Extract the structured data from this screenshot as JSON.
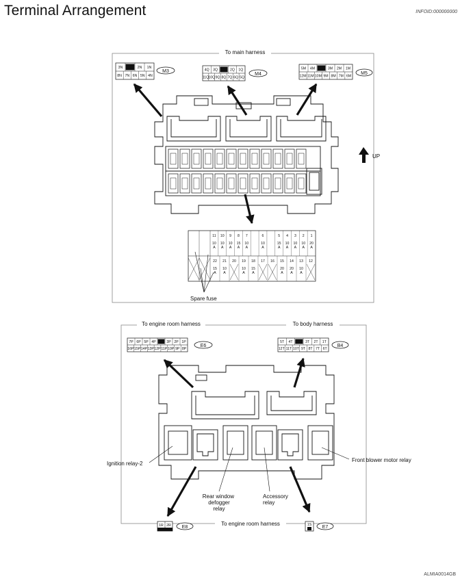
{
  "page": {
    "title": "Terminal Arrangement",
    "info_id": "INFOID:000000000",
    "figure_code": "ALMIA0014GB"
  },
  "top_box": {
    "harness_label": "To main harness",
    "up_label": "UP",
    "spare_fuse_label": "Spare fuse",
    "connectors": [
      {
        "id": "M3",
        "cells": [
          [
            "3N",
            "",
            "2N",
            "1N"
          ],
          [
            "8N",
            "7N",
            "6N",
            "5N",
            "4N"
          ]
        ]
      },
      {
        "id": "M4",
        "cells": [
          [
            "4Q",
            "3Q",
            "",
            "2Q",
            "1Q"
          ],
          [
            "11Q",
            "10Q",
            "9Q",
            "8Q",
            "7Q",
            "6Q",
            "5Q"
          ]
        ]
      },
      {
        "id": "M5",
        "cells": [
          [
            "5M",
            "4M",
            "",
            "3M",
            "2M",
            "1M"
          ],
          [
            "12M",
            "11M",
            "10M",
            "9M",
            "8M",
            "7M",
            "6M"
          ]
        ]
      }
    ],
    "fuse_table": {
      "top_numbers": [
        "11",
        "10",
        "9",
        "8",
        "7",
        "",
        "6",
        "",
        "5",
        "4",
        "3",
        "2",
        "1"
      ],
      "top_amps": [
        "10 A",
        "10 A",
        "10 A",
        "15 A",
        "10 A",
        "",
        "10 A",
        "",
        "15 A",
        "10 A",
        "10 A",
        "10 A",
        "20 A"
      ],
      "bottom_numbers": [
        "22",
        "21",
        "20",
        "19",
        "18",
        "17",
        "16",
        "15",
        "14",
        "13",
        "12"
      ],
      "bottom_amps": [
        "15 A",
        "10 A",
        "",
        "10 A",
        "15 A",
        "",
        "",
        "20 A",
        "20 A",
        "10 A",
        ""
      ]
    }
  },
  "bottom_box": {
    "engine_harness_label": "To engine room harness",
    "body_harness_label": "To body harness",
    "bottom_harness_label": "To engine room harness",
    "relays": {
      "ignition": "Ignition relay-2",
      "rear_defogger": "Rear window defogger relay",
      "accessory": "Accessory relay",
      "front_blower": "Front blower motor relay"
    },
    "connectors": [
      {
        "id": "E6",
        "cells": [
          [
            "7P",
            "6P",
            "5P",
            "4P",
            "",
            "3P",
            "2P",
            "1P"
          ],
          [
            "16P",
            "15P",
            "14P",
            "13P",
            "12P",
            "11P",
            "10P",
            "9P",
            "8P"
          ]
        ]
      },
      {
        "id": "B4",
        "cells": [
          [
            "5T",
            "4T",
            "",
            "3T",
            "2T",
            "1T"
          ],
          [
            "12T",
            "11T",
            "10T",
            "9T",
            "8T",
            "7T",
            "6T"
          ]
        ]
      },
      {
        "id": "E8",
        "cells": [
          [
            "1R",
            "2R"
          ]
        ]
      },
      {
        "id": "E7",
        "cells": [
          [
            "1S"
          ]
        ]
      }
    ]
  }
}
